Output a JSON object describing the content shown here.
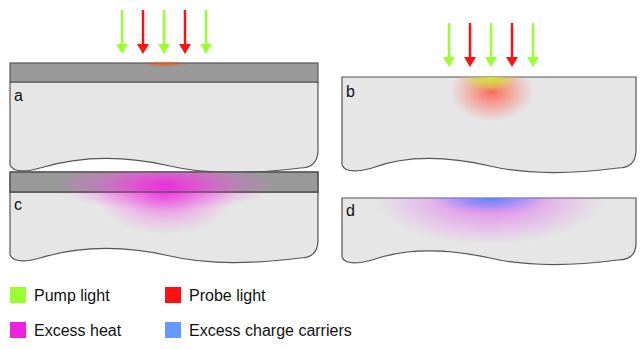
{
  "diagram": {
    "labels": [
      "a",
      "b",
      "c",
      "d"
    ],
    "legend": [
      {
        "text": "Pump light",
        "color": "#99ff33"
      },
      {
        "text": "Probe light",
        "color": "#ff1111"
      },
      {
        "text": "Excess heat",
        "color": "#ee22dd"
      },
      {
        "text": "Excess charge carriers",
        "color": "#6699ff"
      }
    ]
  }
}
